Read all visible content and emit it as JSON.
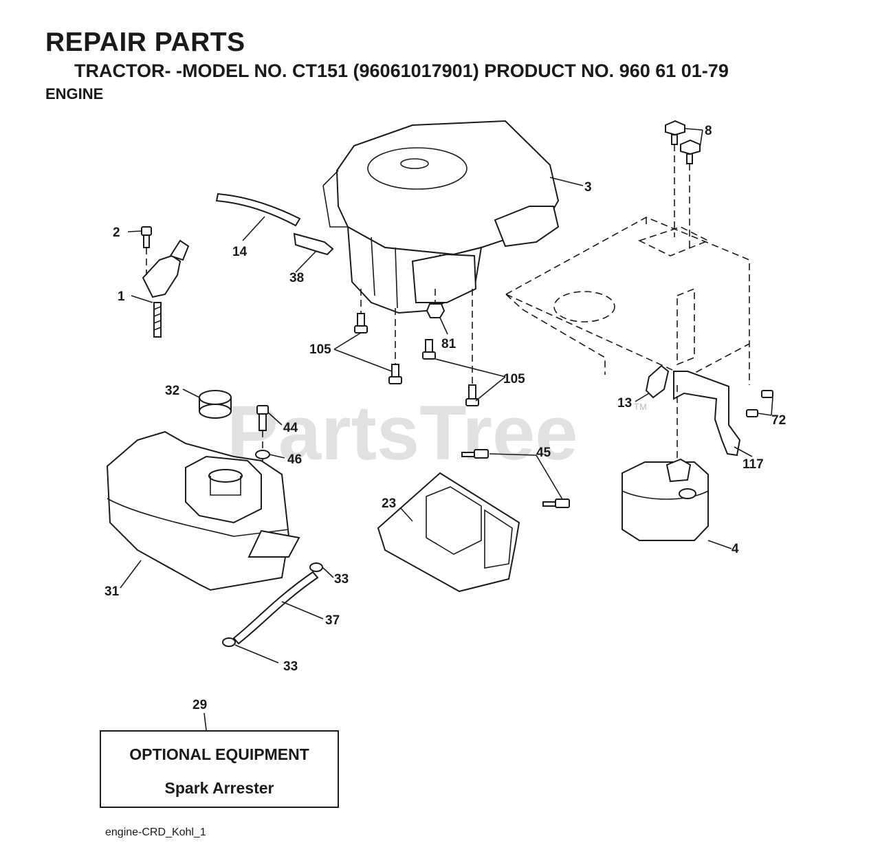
{
  "header": {
    "title": "REPAIR PARTS",
    "subtitle": "TRACTOR- -MODEL NO. CT151 (96061017901) PRODUCT NO. 960 61 01-79",
    "section": "ENGINE"
  },
  "watermark": {
    "text": "PartsTree",
    "trademark": "TM"
  },
  "callouts": {
    "c1": "1",
    "c2": "2",
    "c3": "3",
    "c4": "4",
    "c8": "8",
    "c13": "13",
    "c14": "14",
    "c23": "23",
    "c29": "29",
    "c31": "31",
    "c32": "32",
    "c33a": "33",
    "c33b": "33",
    "c37": "37",
    "c38": "38",
    "c44": "44",
    "c45": "45",
    "c46": "46",
    "c72": "72",
    "c81": "81",
    "c105a": "105",
    "c105b": "105",
    "c117": "117"
  },
  "optional_equipment": {
    "title": "OPTIONAL EQUIPMENT",
    "item": "Spark Arrester"
  },
  "figure_ref": "engine-CRD_Kohl_1",
  "colors": {
    "ink": "#1a1a1a",
    "watermark": "#c9c9c9",
    "background": "#ffffff"
  }
}
